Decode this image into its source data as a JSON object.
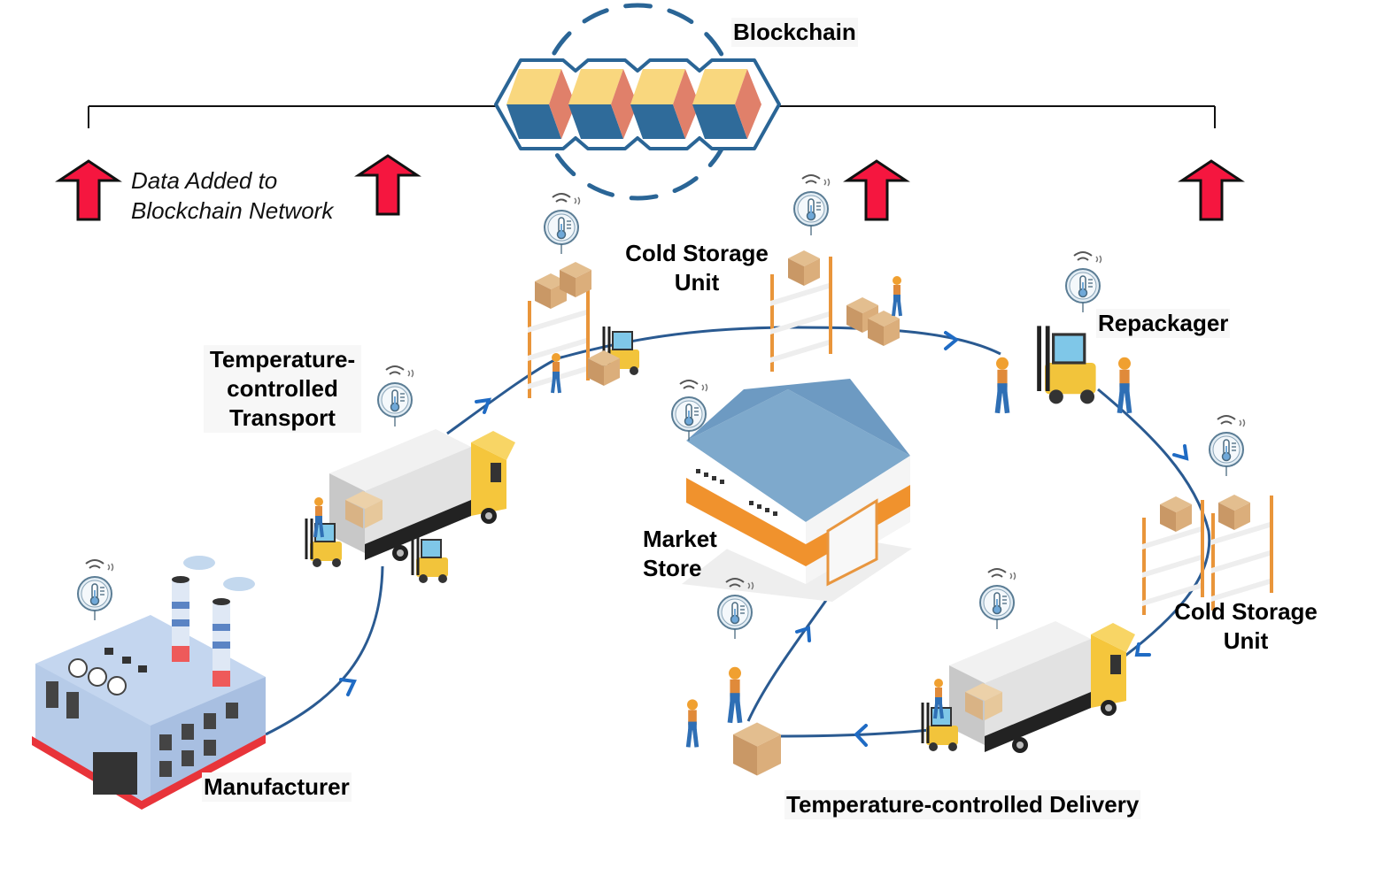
{
  "diagram": {
    "title": "Blockchain",
    "annotation": [
      "Data Added to",
      "Blockchain Network"
    ],
    "nodes": [
      {
        "id": "manufacturer",
        "lines": [
          "Manufacturer"
        ],
        "icon": "factory-icon"
      },
      {
        "id": "transport",
        "lines": [
          "Temperature-",
          "controlled",
          "Transport"
        ],
        "icon": "truck-icon"
      },
      {
        "id": "cold-storage-1",
        "lines": [
          "Cold Storage",
          "Unit"
        ],
        "icon": "shelving-icon"
      },
      {
        "id": "repackager",
        "lines": [
          "Repackager"
        ],
        "icon": "forklift-icon"
      },
      {
        "id": "cold-storage-2",
        "lines": [
          "Cold Storage",
          "Unit"
        ],
        "icon": "shelving-icon"
      },
      {
        "id": "delivery",
        "lines": [
          "Temperature-controlled Delivery"
        ],
        "icon": "truck-icon"
      },
      {
        "id": "market-store",
        "lines": [
          "Market",
          "Store"
        ],
        "icon": "warehouse-icon"
      }
    ],
    "flow_order": [
      "manufacturer",
      "transport",
      "cold-storage-1",
      "repackager",
      "cold-storage-2",
      "delivery",
      "market-store"
    ],
    "blockchain_blocks": 4,
    "sensor_icon": "thermometer-sensor-icon",
    "colors": {
      "arrow_red": "#f5163f",
      "flow_blue": "#2a5a91",
      "chain_outline": "#2a6596",
      "cube_top": "#f9d77e",
      "cube_side": "#e0806a",
      "cube_front": "#2f6b9a",
      "orange": "#f0922d",
      "roof_blue": "#7ea9cc"
    }
  }
}
